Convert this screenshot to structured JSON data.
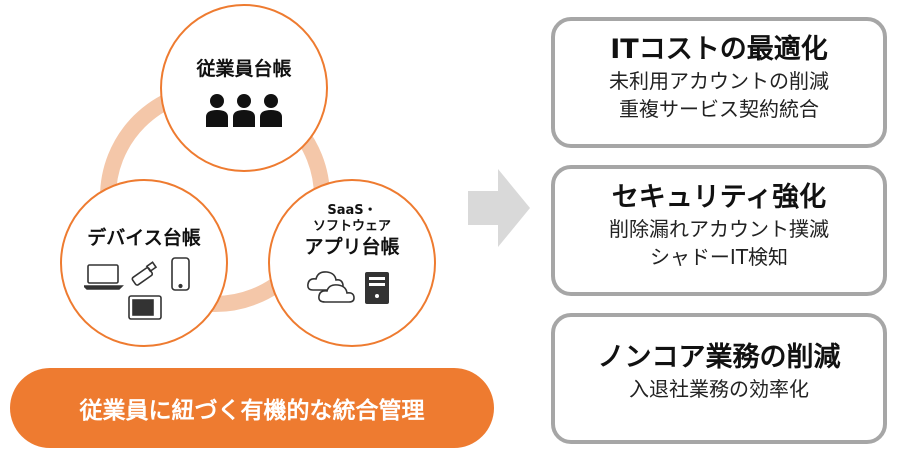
{
  "circles": {
    "employee": {
      "title": "従業員台帳",
      "icon": "people-icon"
    },
    "device": {
      "title": "デバイス台帳",
      "icons": [
        "laptop-icon",
        "usb-stick-icon",
        "smartphone-icon",
        "tablet-icon"
      ]
    },
    "saas": {
      "line1": "SaaS・",
      "line2": "ソフトウェア",
      "title": "アプリ台帳",
      "icons": [
        "cloud-icon",
        "server-icon"
      ]
    }
  },
  "footer": {
    "label": "従業員に紐づく有機的な統合管理"
  },
  "boxes": [
    {
      "title": "ITコストの最適化",
      "lines": [
        "未利用アカウントの削減",
        "重複サービス契約統合"
      ]
    },
    {
      "title": "セキュリティ強化",
      "lines": [
        "削除漏れアカウント撲滅",
        "シャドーIT検知"
      ]
    },
    {
      "title": "ノンコア業務の削減",
      "lines": [
        "入退社業務の効率化"
      ]
    }
  ],
  "colors": {
    "accent": "#ee7b30",
    "ring": "#f4c7a9",
    "box_border": "#a6a6a6",
    "arrow": "#d9d9d9"
  }
}
